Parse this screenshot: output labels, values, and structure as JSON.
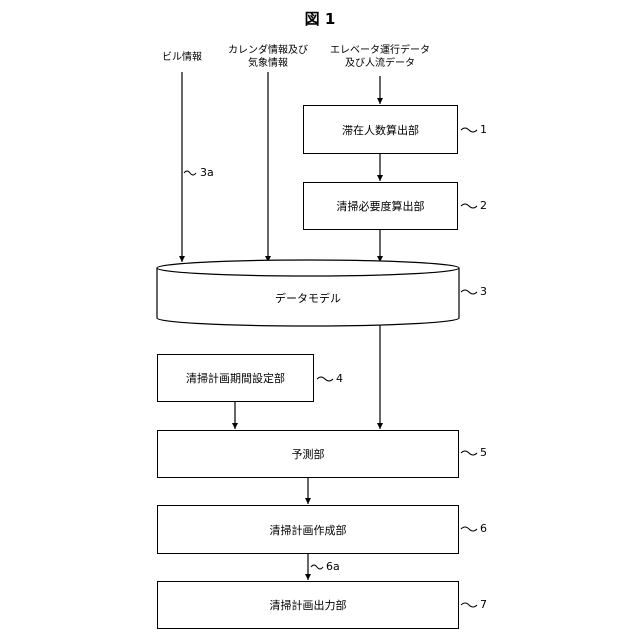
{
  "figure": {
    "title": "図 1"
  },
  "inputs": {
    "building_info": "ビル情報",
    "calendar_weather_line1": "カレンダ情報及び",
    "calendar_weather_line2": "気象情報",
    "elevator_people_line1": "エレベータ運行データ",
    "elevator_people_line2": "及び人流データ"
  },
  "blocks": {
    "occupancy_calc": {
      "label": "滞在人数算出部",
      "ref": "1"
    },
    "cleaning_need_calc": {
      "label": "清掃必要度算出部",
      "ref": "2"
    },
    "data_model": {
      "label": "データモデル",
      "ref": "3"
    },
    "plan_period_setting": {
      "label": "清掃計画期間設定部",
      "ref": "4"
    },
    "prediction": {
      "label": "予測部",
      "ref": "5"
    },
    "plan_creation": {
      "label": "清掃計画作成部",
      "ref": "6"
    },
    "plan_output": {
      "label": "清掃計画出力部",
      "ref": "7"
    }
  },
  "signals": {
    "building_info_ref": "3a",
    "plan_signal_ref": "6a"
  }
}
